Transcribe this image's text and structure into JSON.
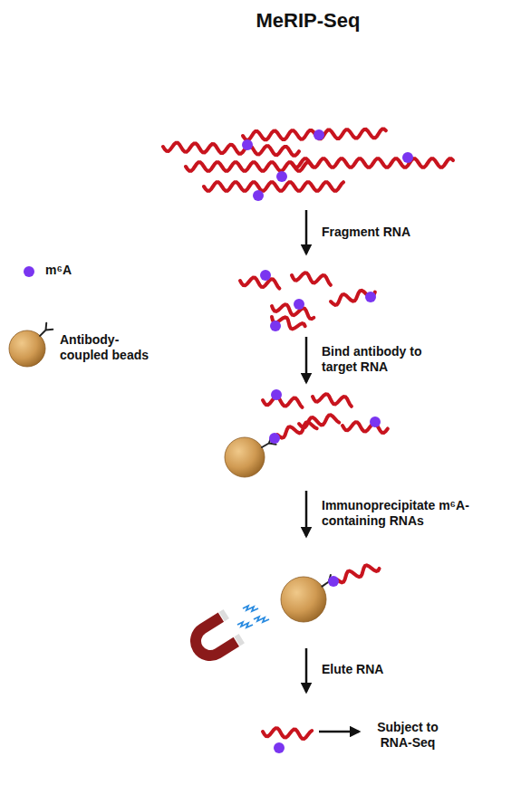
{
  "diagram": {
    "title": "MeRIP-Seq",
    "labels": [
      "Fragment RNA",
      "Bind antibody to target RNA",
      "Immunoprecipitate m⁶A-containing RNAs",
      "Elute RNA",
      "Subject to RNA-Seq"
    ],
    "legend": [
      {
        "text": "m⁶A",
        "color": "#7a35f0"
      },
      {
        "text": "Antibody-coupled beads"
      }
    ]
  }
}
